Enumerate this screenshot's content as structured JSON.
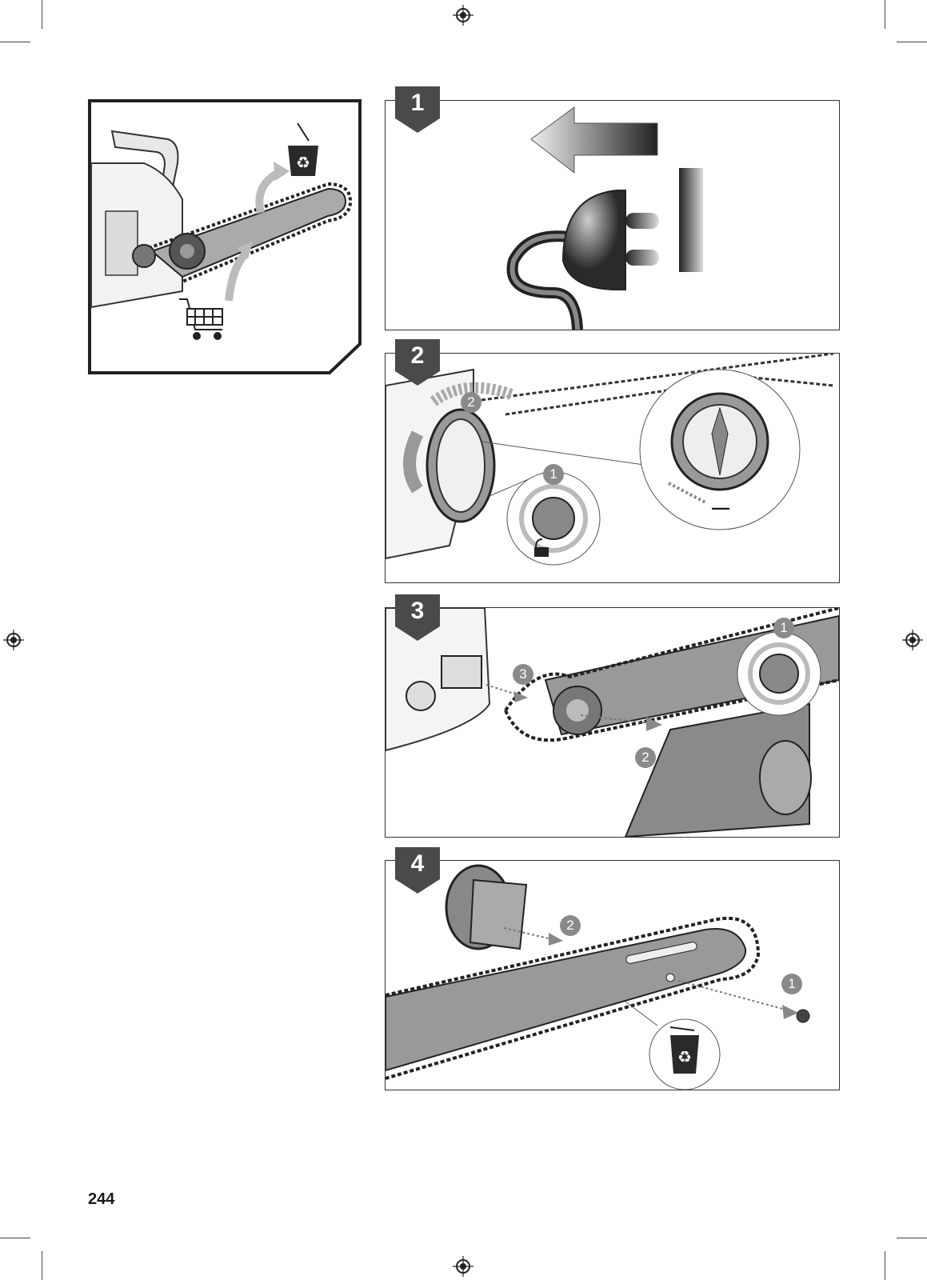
{
  "page_number": "244",
  "steps": [
    {
      "number": "1",
      "icon": "unplug-icon"
    },
    {
      "number": "2",
      "icon": "loosen-knob-icon",
      "callouts": [
        "2",
        "1"
      ],
      "minus_label": "—"
    },
    {
      "number": "3",
      "icon": "remove-cover-icon",
      "callouts": [
        "1",
        "3",
        "2"
      ]
    },
    {
      "number": "4",
      "icon": "remove-bar-icon",
      "callouts": [
        "2",
        "1"
      ]
    }
  ],
  "overview": {
    "icons": [
      "chainsaw-icon",
      "recycle-bin-icon",
      "shopping-cart-icon"
    ]
  },
  "colors": {
    "frame": "#333333",
    "badge": "#4a4a4a",
    "callout": "#8a8a8a"
  }
}
